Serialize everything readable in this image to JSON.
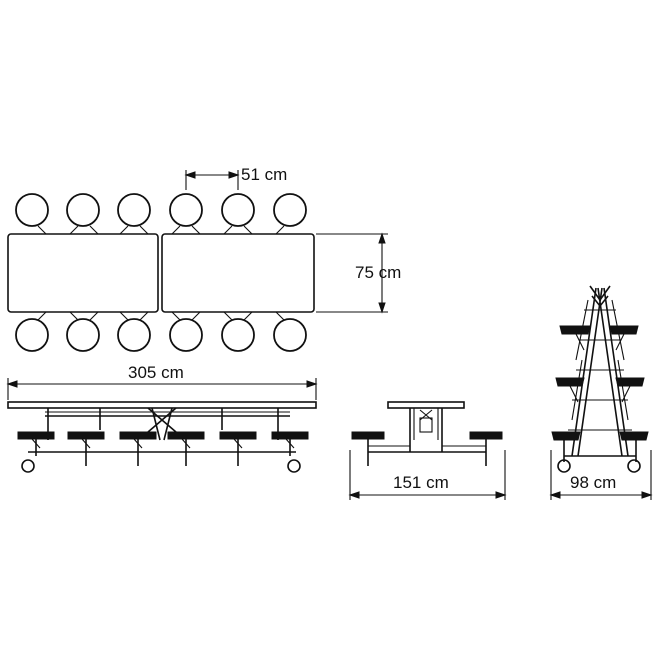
{
  "dimensions": {
    "seat_spacing": "51 cm",
    "table_depth": "75 cm",
    "total_length": "305 cm",
    "unit_width": "151 cm",
    "folded_width": "98 cm"
  }
}
